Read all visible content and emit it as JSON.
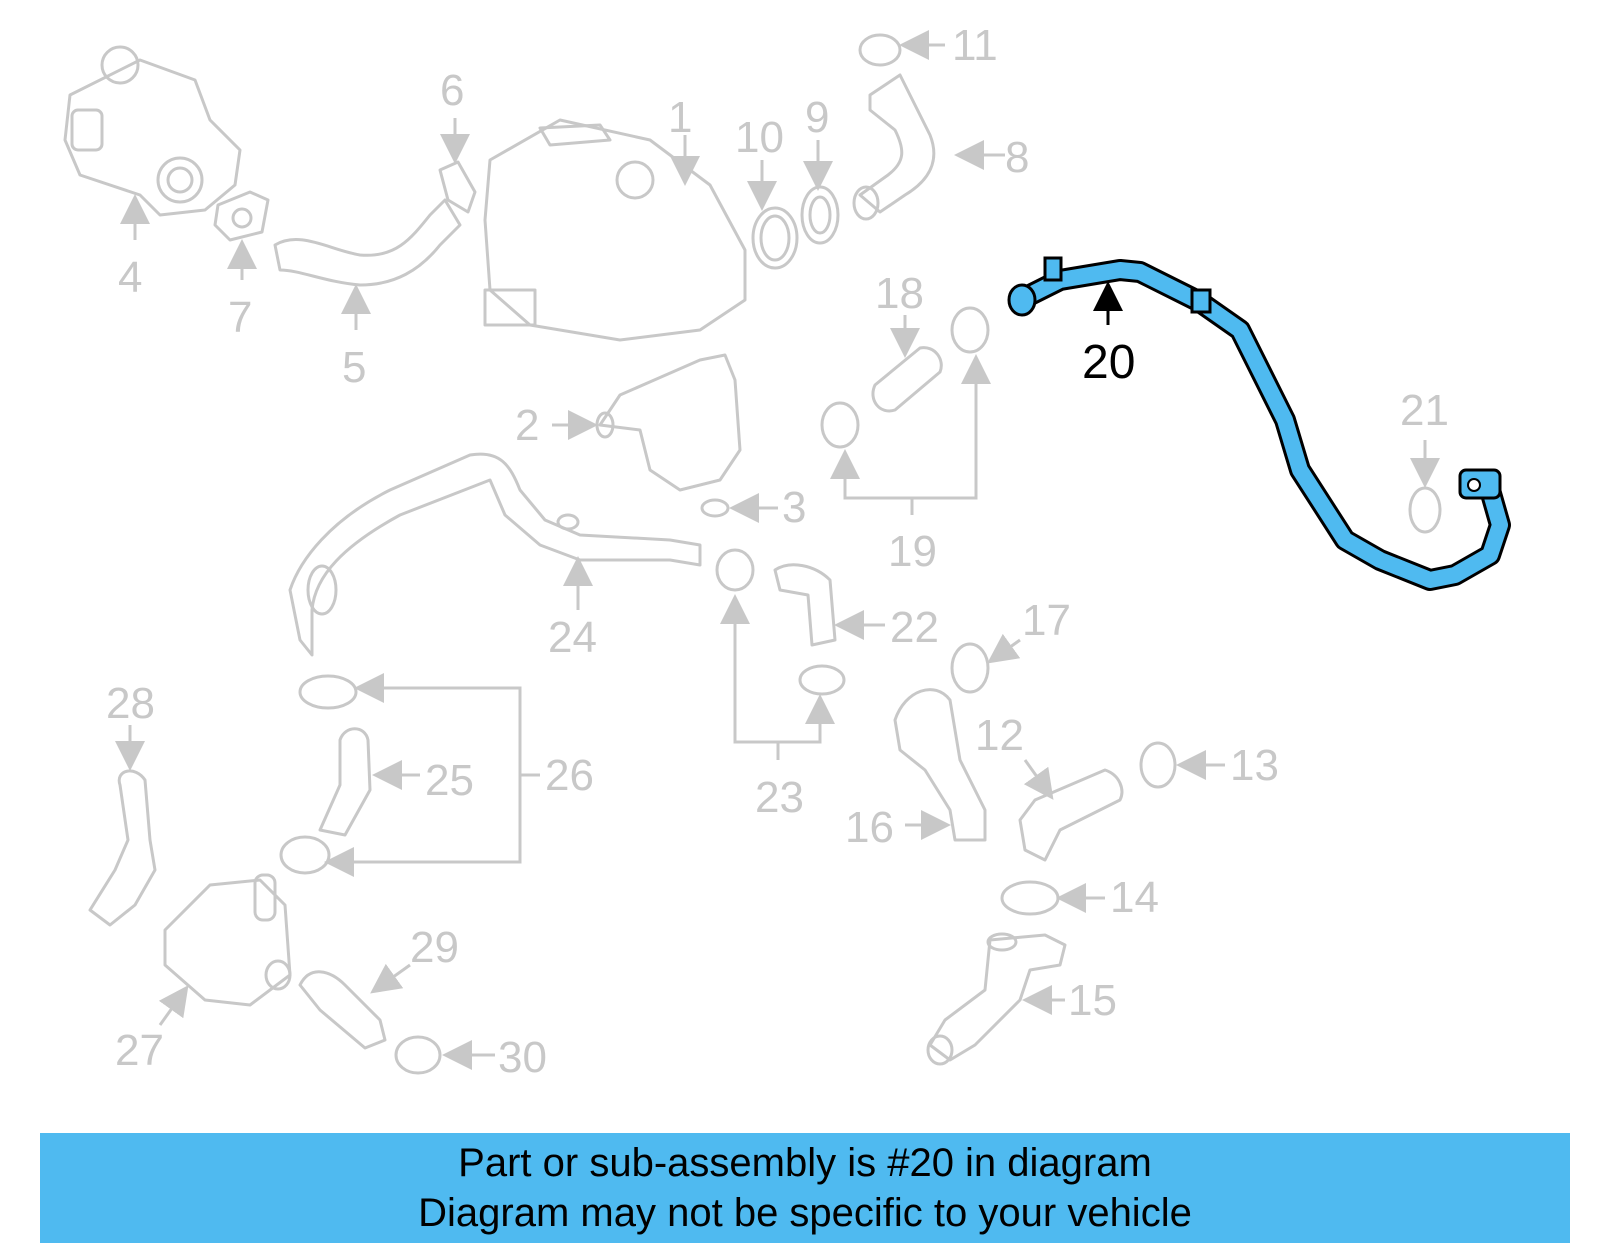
{
  "callouts": {
    "c1": "1",
    "c2": "2",
    "c3": "3",
    "c4": "4",
    "c5": "5",
    "c6": "6",
    "c7": "7",
    "c8": "8",
    "c9": "9",
    "c10": "10",
    "c11": "11",
    "c12": "12",
    "c13": "13",
    "c14": "14",
    "c15": "15",
    "c16": "16",
    "c17": "17",
    "c18": "18",
    "c19": "19",
    "c20": "20",
    "c21": "21",
    "c22": "22",
    "c23": "23",
    "c24": "24",
    "c25": "25",
    "c26": "26",
    "c27": "27",
    "c28": "28",
    "c29": "29",
    "c30": "30"
  },
  "highlighted_part": "20",
  "colors": {
    "highlight": "#4fbaf0",
    "outline": "#c8c8c8",
    "banner": "#4fbaf0"
  },
  "banner": {
    "line1": "Part or sub-assembly is #20 in diagram",
    "line2": "Diagram may not be specific to your vehicle"
  }
}
